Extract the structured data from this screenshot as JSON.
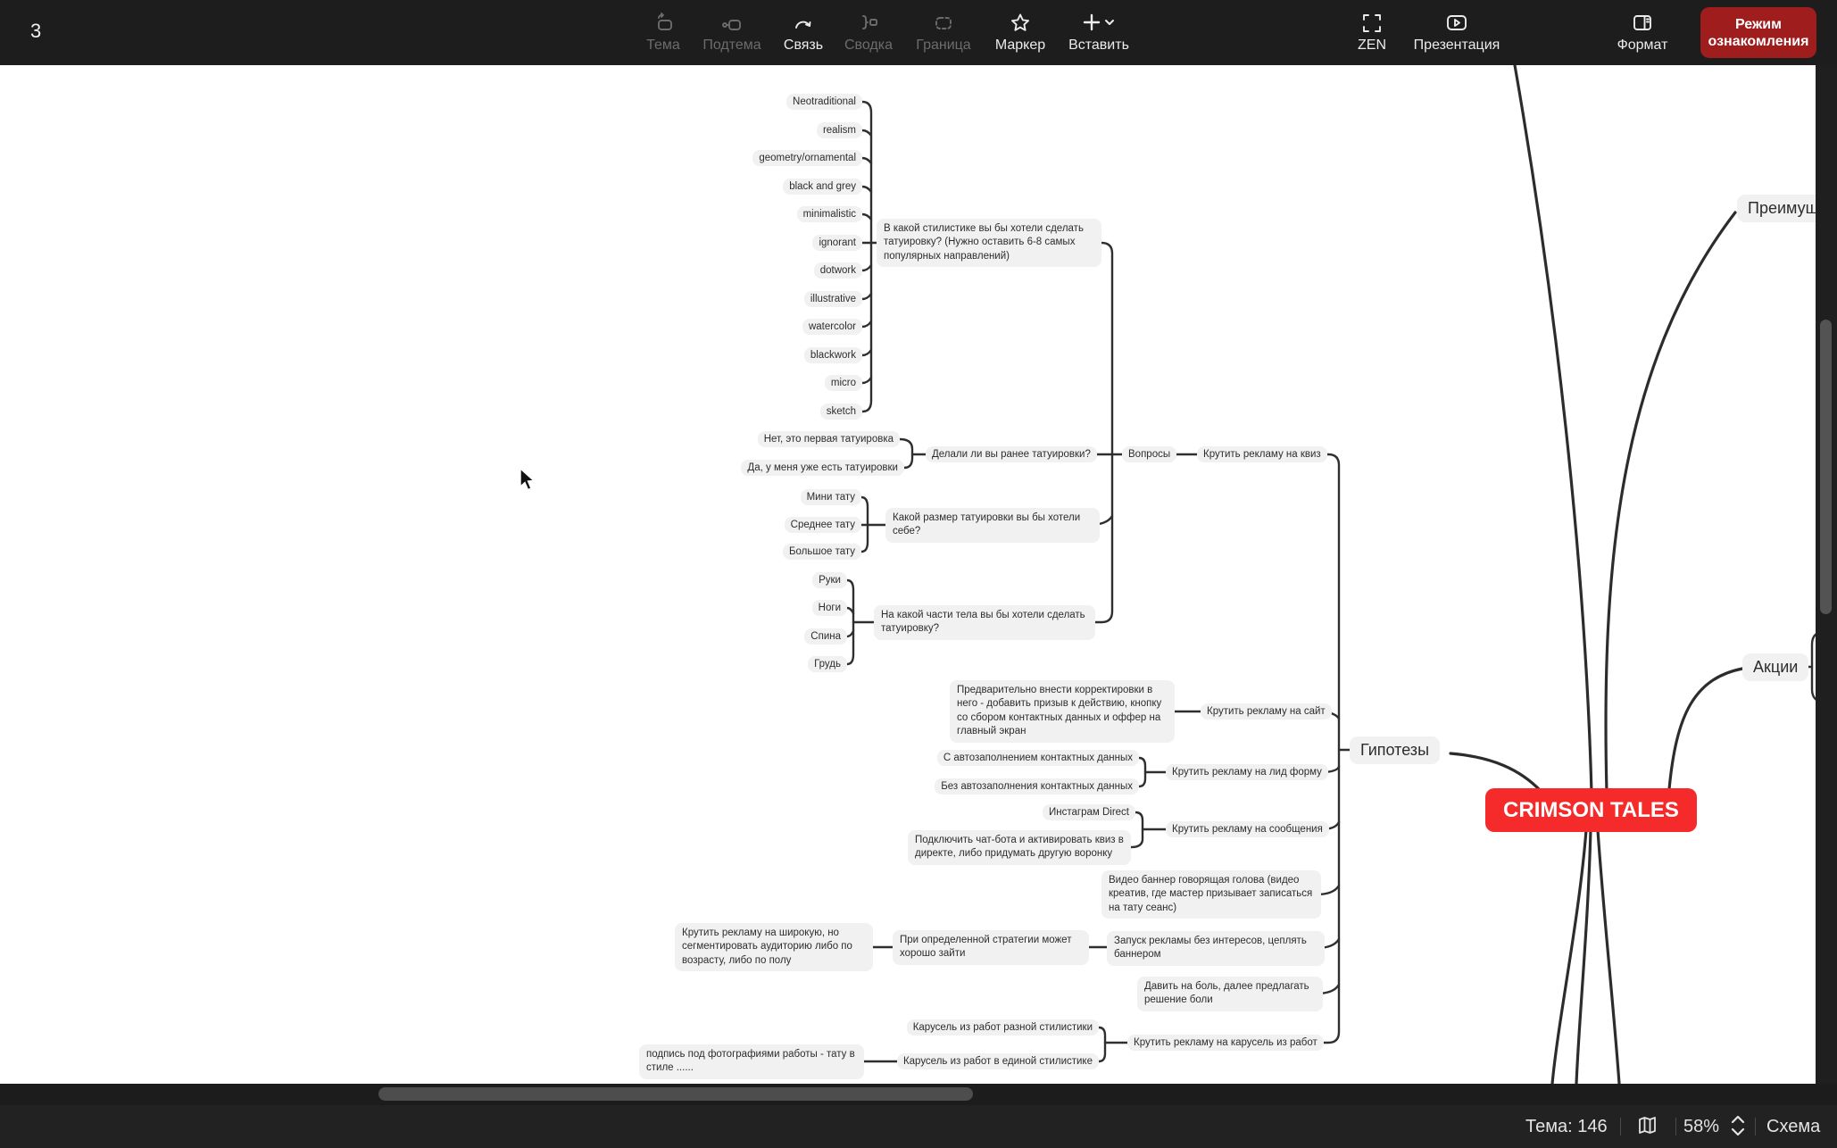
{
  "window": {
    "badge": "3"
  },
  "toolbar": {
    "items": [
      {
        "label": "Тема",
        "enabled": false
      },
      {
        "label": "Подтема",
        "enabled": false
      },
      {
        "label": "Связь",
        "enabled": true
      },
      {
        "label": "Сводка",
        "enabled": false
      },
      {
        "label": "Граница",
        "enabled": false
      },
      {
        "label": "Маркер",
        "enabled": true
      },
      {
        "label": "Вставить",
        "enabled": true
      }
    ],
    "right_items": [
      {
        "label": "ZEN"
      },
      {
        "label": "Презентация"
      },
      {
        "label": "Формат"
      }
    ],
    "review_button": "Режим ознакомления"
  },
  "statusbar": {
    "theme_count": "Тема: 146",
    "zoom_level": "58%",
    "mode": "Схема"
  },
  "map": {
    "styles": [
      "Neotraditional",
      "realism",
      "geometry/ornamental",
      "black and grey",
      "minimalistic",
      "ignorant",
      "dotwork",
      "illustrative",
      "watercolor",
      "blackwork",
      "micro",
      "sketch"
    ],
    "nodes": {
      "q_style": "В какой стилистике вы бы хотели сделать татуировку? (Нужно оставить 6-8 самых популярных направлений)",
      "no_first": "Нет, это первая татуировка",
      "yes_have": "Да, у меня уже есть татуировки",
      "q_before": "Делали ли вы ранее татуировки?",
      "questions": "Вопросы",
      "ad_quiz": "Крутить рекламу на квиз",
      "size_mini": "Мини тату",
      "size_mid": "Среднее тату",
      "size_big": "Большое тату",
      "q_size": "Какой размер татуировки вы бы хотели себе?",
      "body_hands": "Руки",
      "body_legs": "Ноги",
      "body_back": "Спина",
      "body_chest": "Грудь",
      "q_body": "На какой части тела вы бы хотели сделать татуировку?",
      "site_fix": "Предварительно внести корректировки в него - добавить призыв к действию, кнопку со сбором контактных данных и оффер на главный экран",
      "ad_site": "Крутить рекламу на сайт",
      "lead_auto": "С автозаполнением контактных данных",
      "lead_noauto": "Без автозаполнения контактных данных",
      "ad_lead": "Крутить рекламу на лид форму",
      "insta": "Инстаграм Direct",
      "chatbot": "Подключить чат-бота и активировать квиз в директе, либо придумать другую воронку",
      "ad_msg": "Крутить рекламу на сообщения",
      "video": "Видео баннер говорящая голова (видео креатив, где мастер призывает записаться на тату сеанс)",
      "no_interests": "Запуск рекламы без интересов, цеплять баннером",
      "broad": "Крутить рекламу на широкую, но сегментировать аудиторию либо по возрасту, либо по полу",
      "strategy": "При определенной стратегии может хорошо зайти",
      "pain": "Давить на боль, далее предлагать решение боли",
      "car_mixed": "Карусель из работ разной стилистики",
      "car_single": "Карусель из работ в единой стилистике",
      "ad_carousel": "Крутить рекламу на карусель из работ",
      "caption": "подпись под фотографиями работы - тату в стиле ......",
      "hypotheses": "Гипотезы",
      "root": "CRIMSON TALES",
      "advantages": "Преимуще",
      "promos": "Акции"
    }
  }
}
